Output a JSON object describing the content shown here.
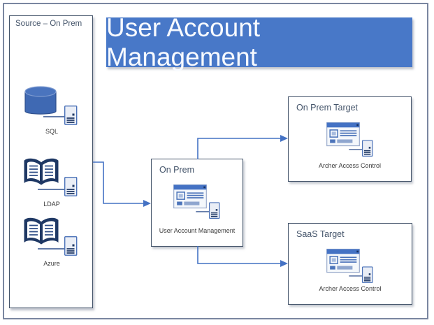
{
  "banner": {
    "title": "User Account Management"
  },
  "source_panel": {
    "label": "Source – On Prem",
    "items": [
      {
        "label": "SQL",
        "icon": "sql-database-icon"
      },
      {
        "label": "LDAP",
        "icon": "ldap-directory-book-icon"
      },
      {
        "label": "Azure",
        "icon": "azure-directory-book-icon"
      }
    ]
  },
  "hub": {
    "label": "On Prem",
    "caption": "User Account Management",
    "icon": "app-window-server-icon"
  },
  "targets": [
    {
      "label": "On Prem Target",
      "caption": "Archer Access Control",
      "icon": "app-window-server-icon"
    },
    {
      "label": "SaaS Target",
      "caption": "Archer Access Control",
      "icon": "app-window-server-icon"
    }
  ],
  "colors": {
    "accent": "#4472C4",
    "banner_bg": "#4878C8",
    "banner_fg": "#FFFFFF",
    "box_border": "#44546A",
    "book_navy": "#1F3864",
    "frame": "#7A86A0"
  }
}
